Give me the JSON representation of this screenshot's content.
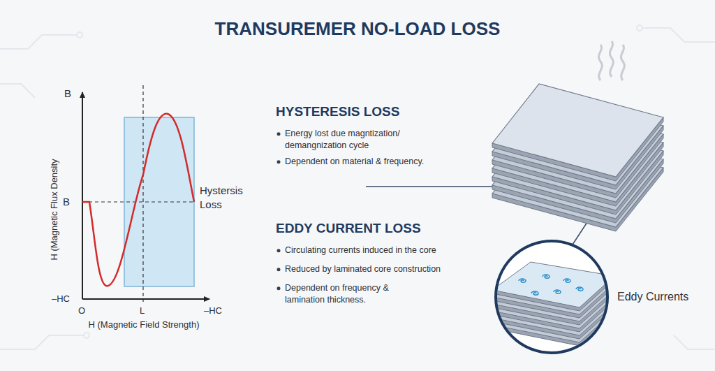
{
  "diagram": {
    "title": "TRANSUREMER NO-LOAD LOSS",
    "labels": [
      "B",
      "H (Magnetic Flux Density",
      "B",
      "Hystersis Loss",
      "–HC",
      "O",
      "L",
      "–HC",
      "H (Magnetic Field Strength)",
      "HYSTERESIS LOSS",
      "Energy lost due magntization/ demangnization cycle",
      "Dependent on material & frequency.",
      "EDDY CURRENT LOSS",
      "Circulating currents induced in the core",
      "Reduced by laminated core construction",
      "Dependent on frequency & lamination thickness.",
      "Eddy Currents"
    ]
  }
}
